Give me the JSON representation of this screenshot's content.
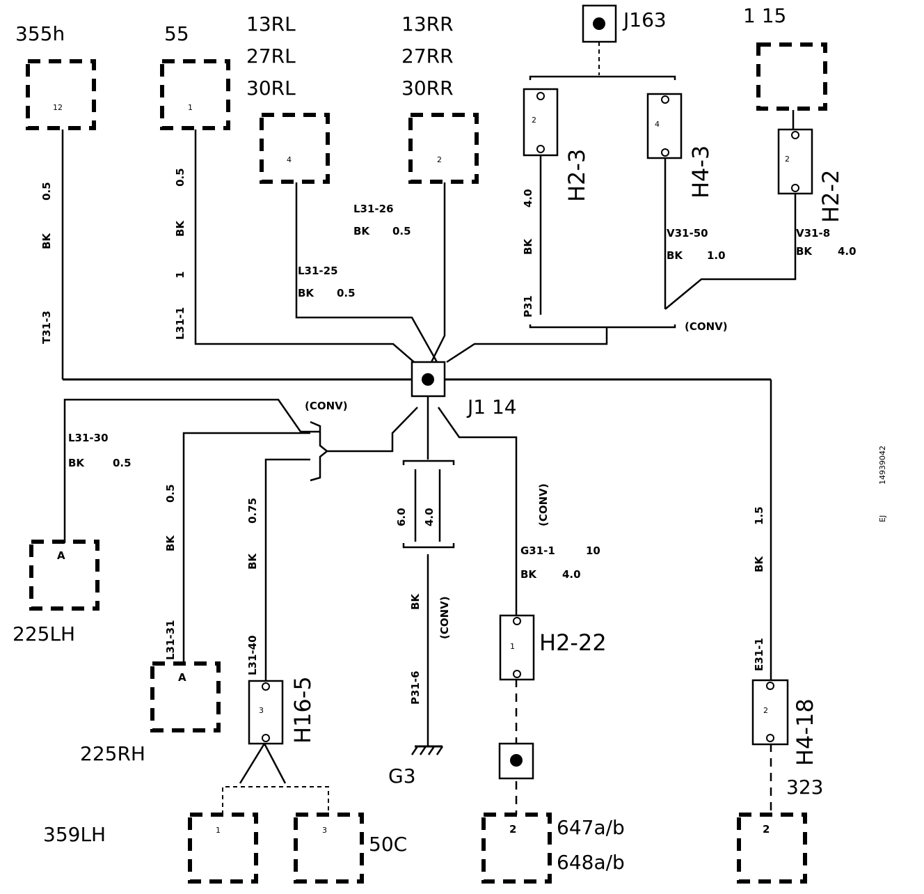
{
  "connectors": {
    "c355h": {
      "label": "355h",
      "pin": "12"
    },
    "c55": {
      "label": "55",
      "pin": "1"
    },
    "c13rl": {
      "label_lines": [
        "13RL",
        "27RL",
        "30RL"
      ],
      "pin": "4"
    },
    "c13rr": {
      "label_lines": [
        "13RR",
        "27RR",
        "30RR"
      ],
      "pin": "2"
    },
    "c115": {
      "label": "1 15"
    },
    "c225lh": {
      "label": "225LH",
      "pin": "A"
    },
    "c225rh": {
      "label": "225RH",
      "pin": "A"
    },
    "c359lh": {
      "label": "359LH",
      "pin": "1"
    },
    "c50c": {
      "label": "50C",
      "pin": "3"
    },
    "c647": {
      "label_lines": [
        "647a/b",
        "648a/b"
      ],
      "pin": "2"
    },
    "c323": {
      "label": "323",
      "pin": "2"
    }
  },
  "splices": {
    "j1": {
      "label": "J1   14"
    },
    "j163": {
      "label": "J163"
    }
  },
  "ground": {
    "label": "G3"
  },
  "inline": {
    "h2_3": {
      "label": "H2-3",
      "pin": "2"
    },
    "h4_3": {
      "label": "H4-3",
      "pin": "4"
    },
    "h2_2": {
      "label": "H2-2",
      "pin": "2"
    },
    "h16_5": {
      "label": "H16-5",
      "pin": "3"
    },
    "h2_22": {
      "label": "H2-22",
      "pin": "1"
    },
    "h4_18": {
      "label": "H4-18",
      "pin": "2"
    }
  },
  "wires": {
    "w355h": {
      "size": "0.5",
      "color": "BK",
      "circuit": "T31-3"
    },
    "w55": {
      "size": "0.5",
      "color": "BK",
      "num": "1",
      "circuit": "L31-1"
    },
    "w13rl": {
      "circuit": "L31-25",
      "color": "BK",
      "size": "0.5"
    },
    "w13rr": {
      "circuit": "L31-26",
      "color": "BK",
      "size": "0.5"
    },
    "wh23": {
      "size": "4.0",
      "color": "BK",
      "circuit": "P31"
    },
    "wh43": {
      "circuit": "V31-50",
      "color": "BK",
      "size": "1.0"
    },
    "wh22": {
      "circuit": "V31-8",
      "color": "BK",
      "size": "4.0"
    },
    "w225lh": {
      "circuit": "L31-30",
      "color": "BK",
      "size": "0.5"
    },
    "w225rh": {
      "size": "0.5",
      "color": "BK",
      "circuit": "L31-31"
    },
    "wh165": {
      "size": "0.75",
      "color": "BK",
      "circuit": "L31-40"
    },
    "wg3": {
      "size_a": "6.0",
      "size_b": "4.0",
      "color": "BK",
      "conv": "(CONV)",
      "circuit": "P31-6"
    },
    "wh222": {
      "conv": "(CONV)",
      "circuit": "G31-1",
      "num": "10",
      "color": "BK",
      "size": "4.0"
    },
    "wh418": {
      "size": "1.5",
      "color": "BK",
      "circuit": "E31-1"
    }
  },
  "conv": {
    "top": "(CONV)",
    "left": "(CONV)"
  },
  "side_code": {
    "a": "14939042",
    "b": "EJ"
  }
}
